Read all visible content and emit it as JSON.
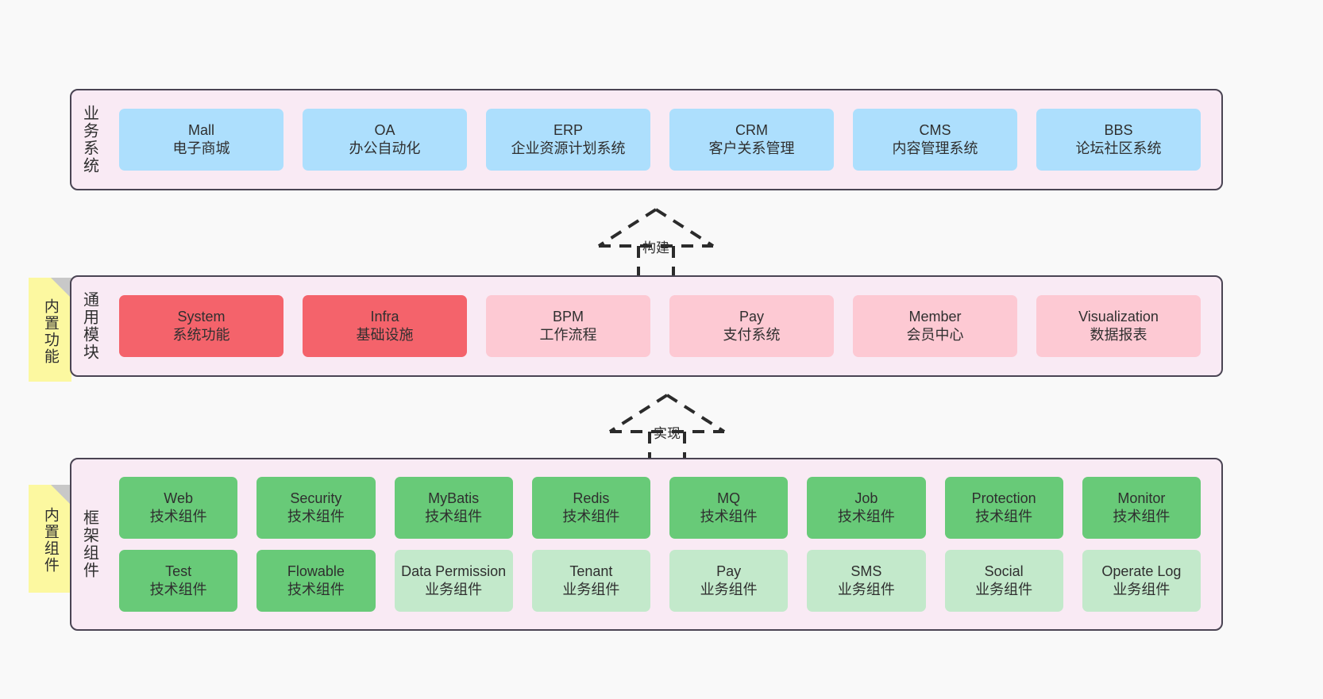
{
  "diagram": {
    "title_hidden": "",
    "background": "#f9f9f9",
    "layer_bg": "#f9eaf4",
    "layer_border": "#4a4453",
    "note_bg": "#fcf8a0",
    "colors": {
      "business": "#addffd",
      "core_strong": "#f4636b",
      "core_light": "#fdc9d3",
      "tech_strong": "#68ca78",
      "tech_light": "#c3e9cb"
    }
  },
  "layers": [
    {
      "id": "business-systems",
      "title": "业务系统",
      "cards": [
        {
          "l1": "Mall",
          "l2": "电子商城",
          "color": "blue"
        },
        {
          "l1": "OA",
          "l2": "办公自动化",
          "color": "blue"
        },
        {
          "l1": "ERP",
          "l2": "企业资源计划系统",
          "color": "blue"
        },
        {
          "l1": "CRM",
          "l2": "客户关系管理",
          "color": "blue"
        },
        {
          "l1": "CMS",
          "l2": "内容管理系统",
          "color": "blue"
        },
        {
          "l1": "BBS",
          "l2": "论坛社区系统",
          "color": "blue"
        }
      ]
    },
    {
      "id": "common-modules",
      "title": "通用模块",
      "note": "内置功能",
      "cards": [
        {
          "l1": "System",
          "l2": "系统功能",
          "color": "red"
        },
        {
          "l1": "Infra",
          "l2": "基础设施",
          "color": "red"
        },
        {
          "l1": "BPM",
          "l2": "工作流程",
          "color": "pink"
        },
        {
          "l1": "Pay",
          "l2": "支付系统",
          "color": "pink"
        },
        {
          "l1": "Member",
          "l2": "会员中心",
          "color": "pink"
        },
        {
          "l1": "Visualization",
          "l2": "数据报表",
          "color": "pink"
        }
      ]
    },
    {
      "id": "framework-components",
      "title": "框架组件",
      "note": "内置组件",
      "rows": [
        [
          {
            "l1": "Web",
            "l2": "技术组件",
            "color": "green"
          },
          {
            "l1": "Security",
            "l2": "技术组件",
            "color": "green"
          },
          {
            "l1": "MyBatis",
            "l2": "技术组件",
            "color": "green"
          },
          {
            "l1": "Redis",
            "l2": "技术组件",
            "color": "green"
          },
          {
            "l1": "MQ",
            "l2": "技术组件",
            "color": "green"
          },
          {
            "l1": "Job",
            "l2": "技术组件",
            "color": "green"
          },
          {
            "l1": "Protection",
            "l2": "技术组件",
            "color": "green"
          },
          {
            "l1": "Monitor",
            "l2": "技术组件",
            "color": "green"
          }
        ],
        [
          {
            "l1": "Test",
            "l2": "技术组件",
            "color": "green"
          },
          {
            "l1": "Flowable",
            "l2": "技术组件",
            "color": "green"
          },
          {
            "l1": "Data Permission",
            "l2": "业务组件",
            "color": "green-light",
            "wrap": true
          },
          {
            "l1": "Tenant",
            "l2": "业务组件",
            "color": "green-light"
          },
          {
            "l1": "Pay",
            "l2": "业务组件",
            "color": "green-light"
          },
          {
            "l1": "SMS",
            "l2": "业务组件",
            "color": "green-light"
          },
          {
            "l1": "Social",
            "l2": "业务组件",
            "color": "green-light"
          },
          {
            "l1": "Operate Log",
            "l2": "业务组件",
            "color": "green-light"
          }
        ]
      ]
    }
  ],
  "connectors": [
    {
      "id": "build-arrow",
      "label": "构建",
      "from": "common-modules",
      "to": "business-systems",
      "style": "dashed-generalization"
    },
    {
      "id": "implement-arrow",
      "label": "实现",
      "from": "framework-components",
      "to": "common-modules",
      "style": "dashed-generalization"
    }
  ]
}
